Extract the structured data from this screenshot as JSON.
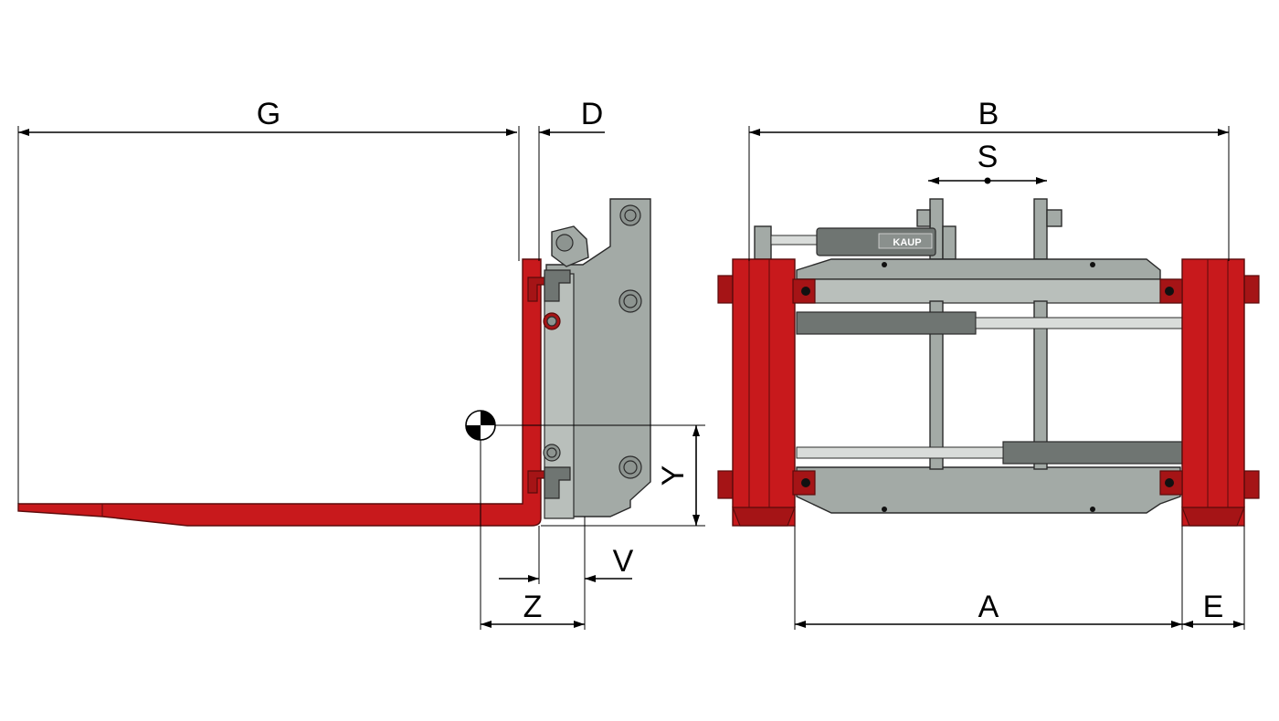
{
  "labels": {
    "G": "G",
    "D": "D",
    "B": "B",
    "S": "S",
    "Y": "Y",
    "V": "V",
    "Z": "Z",
    "A": "A",
    "E": "E"
  },
  "logo": {
    "text": "KAUP"
  },
  "colors": {
    "red": "#c8191c",
    "gray": "#a3aaa6",
    "dark_gray": "#6f7572"
  }
}
